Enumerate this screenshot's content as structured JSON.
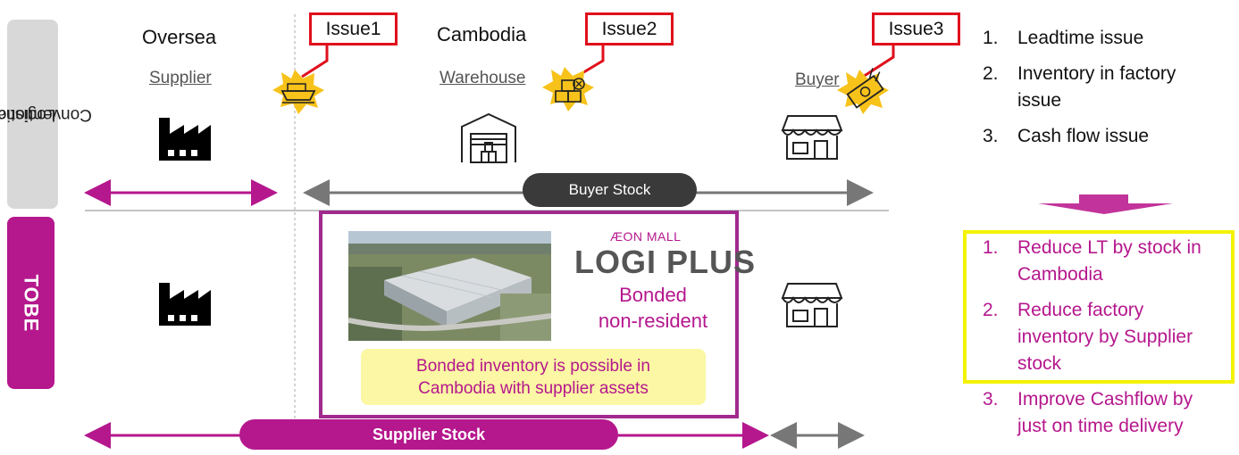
{
  "side_labels": {
    "conventional": [
      "Conventional",
      "Logistics"
    ],
    "tobe": "TOBE"
  },
  "columns": {
    "oversea": {
      "title": "Oversea",
      "sub": "Supplier"
    },
    "cambodia": {
      "title": "Cambodia",
      "sub": "Warehouse"
    },
    "buyer": {
      "sub": "Buyer"
    }
  },
  "issues": [
    "Issue1",
    "Issue2",
    "Issue3"
  ],
  "issue_list": [
    {
      "n": "1.",
      "lines": [
        "Leadtime issue"
      ]
    },
    {
      "n": "2.",
      "lines": [
        "Inventory in factory",
        "issue"
      ]
    },
    {
      "n": "3.",
      "lines": [
        "Cash flow issue"
      ]
    }
  ],
  "buyer_stock_label": "Buyer Stock",
  "supplier_stock_label": "Supplier Stock",
  "logo": {
    "small": "ÆON MALL",
    "big": "LOGI PLUS"
  },
  "bonded": [
    "Bonded",
    "non-resident"
  ],
  "note": [
    "Bonded inventory is possible in",
    "Cambodia with supplier assets"
  ],
  "solution_list": [
    {
      "n": "1.",
      "lines": [
        "Reduce LT by stock in",
        "Cambodia"
      ]
    },
    {
      "n": "2.",
      "lines": [
        "Reduce factory",
        "inventory by Supplier",
        "stock"
      ]
    },
    {
      "n": "3.",
      "lines": [
        "Improve Cashflow by",
        "just on time delivery"
      ]
    }
  ],
  "colors": {
    "accent": "#b5178d",
    "issue_border": "#e0101c",
    "highlight": "#f3f200",
    "burst": "#f7c21a",
    "gray_pill": "#3a3a3a"
  },
  "icons": [
    "factory-icon",
    "warehouse-icon",
    "store-icon",
    "ship-icon",
    "boxes-icon",
    "money-icon",
    "down-arrow-icon"
  ]
}
